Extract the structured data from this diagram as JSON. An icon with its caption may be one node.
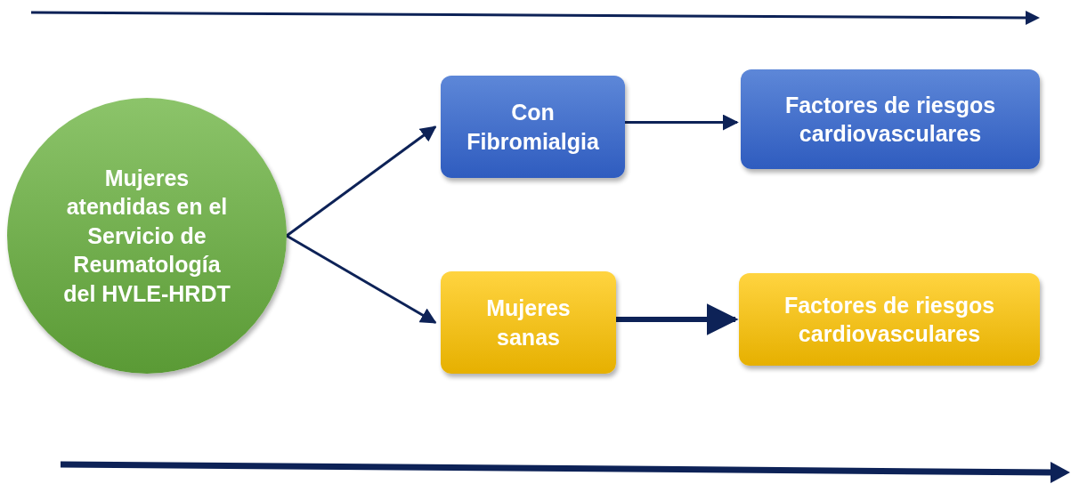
{
  "diagram": {
    "nodes": [
      {
        "text": [
          "Mujeres atendidas en el Servicio de Reumatología del HVLE-HRDT"
        ]
      },
      {
        "text": [
          "Con Fibromialgia"
        ]
      },
      {
        "text": [
          "Factores de riesgos cardiovasculares"
        ]
      },
      {
        "text": [
          "Mujeres sanas"
        ]
      },
      {
        "text": [
          "Factores de riesgos cardiovasculares"
        ]
      }
    ],
    "edges": [
      {
        "from": 0,
        "to": 1,
        "arrow": "to"
      },
      {
        "from": 0,
        "to": 3,
        "arrow": "to"
      },
      {
        "from": 1,
        "to": 2,
        "arrow": "to"
      },
      {
        "from": 3,
        "to": 4,
        "arrow": "to",
        "style": "thick"
      }
    ]
  }
}
